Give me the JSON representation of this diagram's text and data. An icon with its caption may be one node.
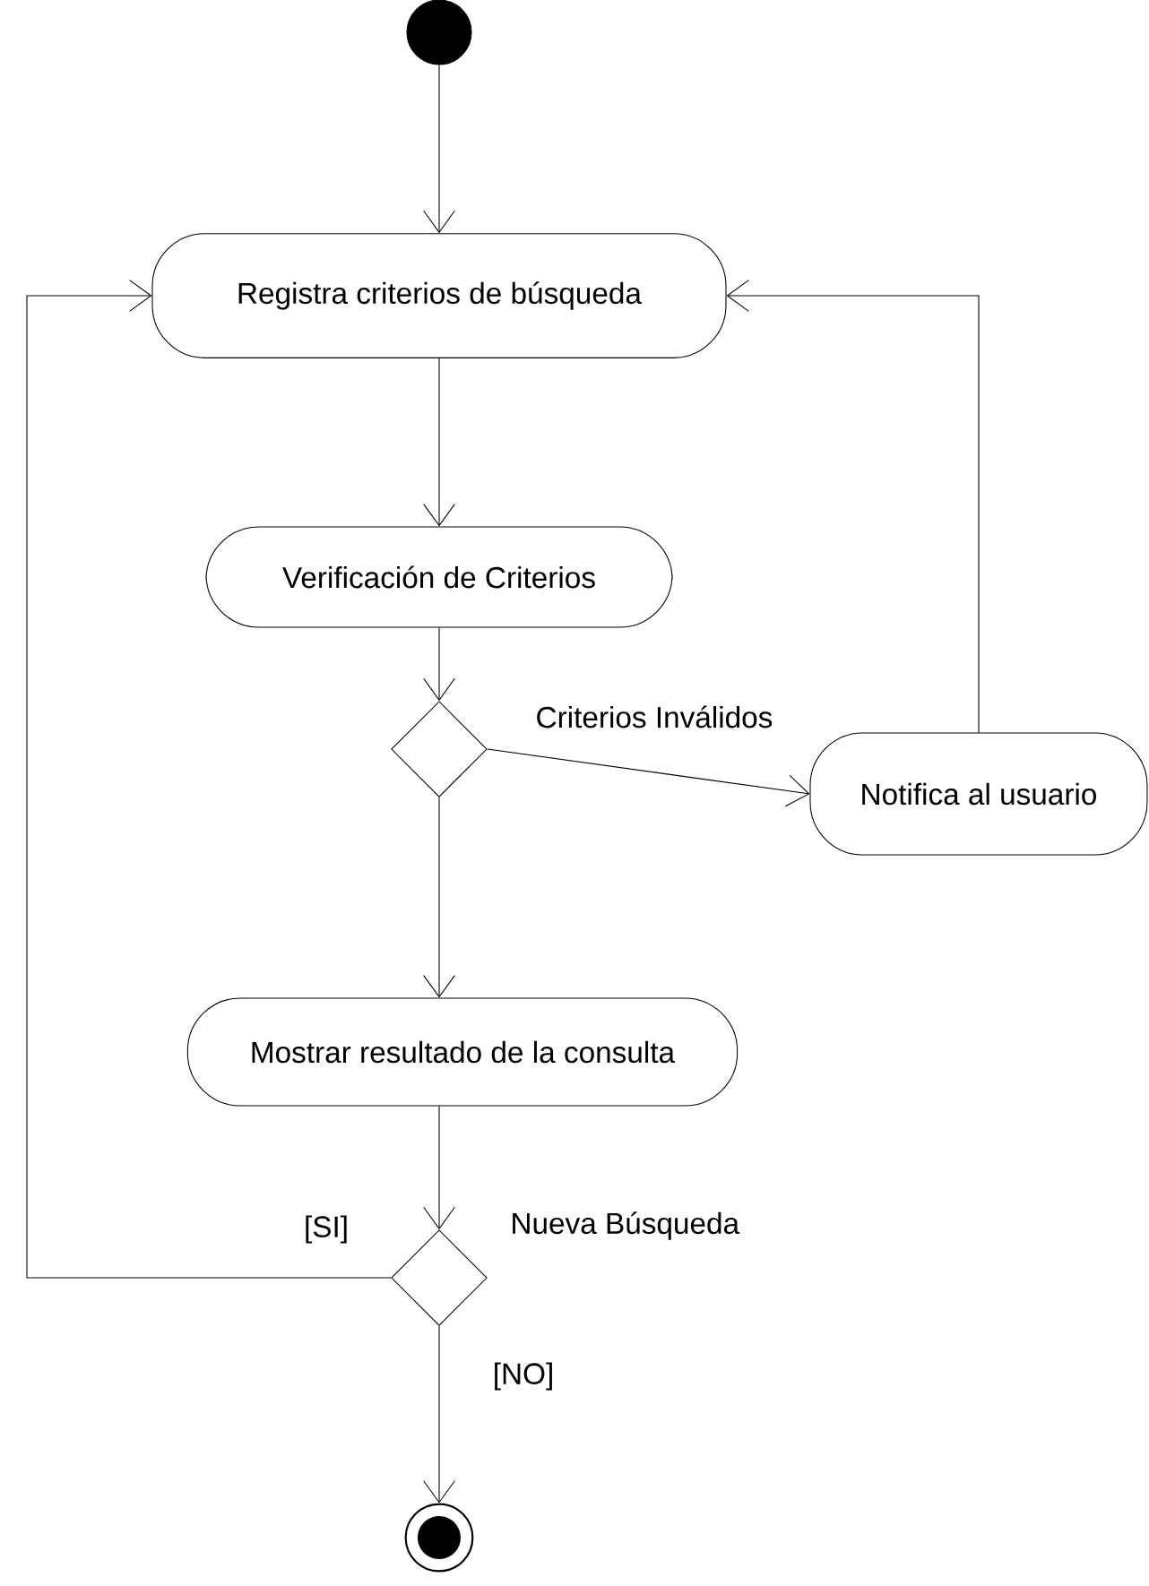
{
  "diagram": {
    "nodes": [
      {
        "text": [],
        "shape": "circle"
      },
      {
        "text": [
          "Registra criterios de búsqueda"
        ]
      },
      {
        "text": [
          "Verificación de Criterios"
        ]
      },
      {
        "text": [],
        "shape": "diamond"
      },
      {
        "text": [
          "Notifica al usuario"
        ]
      },
      {
        "text": [
          "Mostrar resultado de la consulta"
        ]
      },
      {
        "text": [],
        "shape": "diamond",
        "beside": [
          "Nueva Búsqueda"
        ]
      },
      {
        "text": [],
        "shape": "circle"
      }
    ],
    "edges": [
      {
        "from": 0,
        "to": 1,
        "arrow": "to"
      },
      {
        "from": 1,
        "to": 2,
        "arrow": "to"
      },
      {
        "from": 2,
        "to": 3,
        "arrow": "to"
      },
      {
        "from": 3,
        "to": 4,
        "arrow": "to",
        "label": "Criterios Inválidos"
      },
      {
        "from": 4,
        "to": 1,
        "arrow": "to"
      },
      {
        "from": 3,
        "to": 5,
        "arrow": "to"
      },
      {
        "from": 5,
        "to": 6,
        "arrow": "to"
      },
      {
        "from": 6,
        "to": 1,
        "arrow": "to",
        "label": "[SI]"
      },
      {
        "from": 6,
        "to": 7,
        "arrow": "to",
        "label": "[NO]"
      }
    ]
  }
}
